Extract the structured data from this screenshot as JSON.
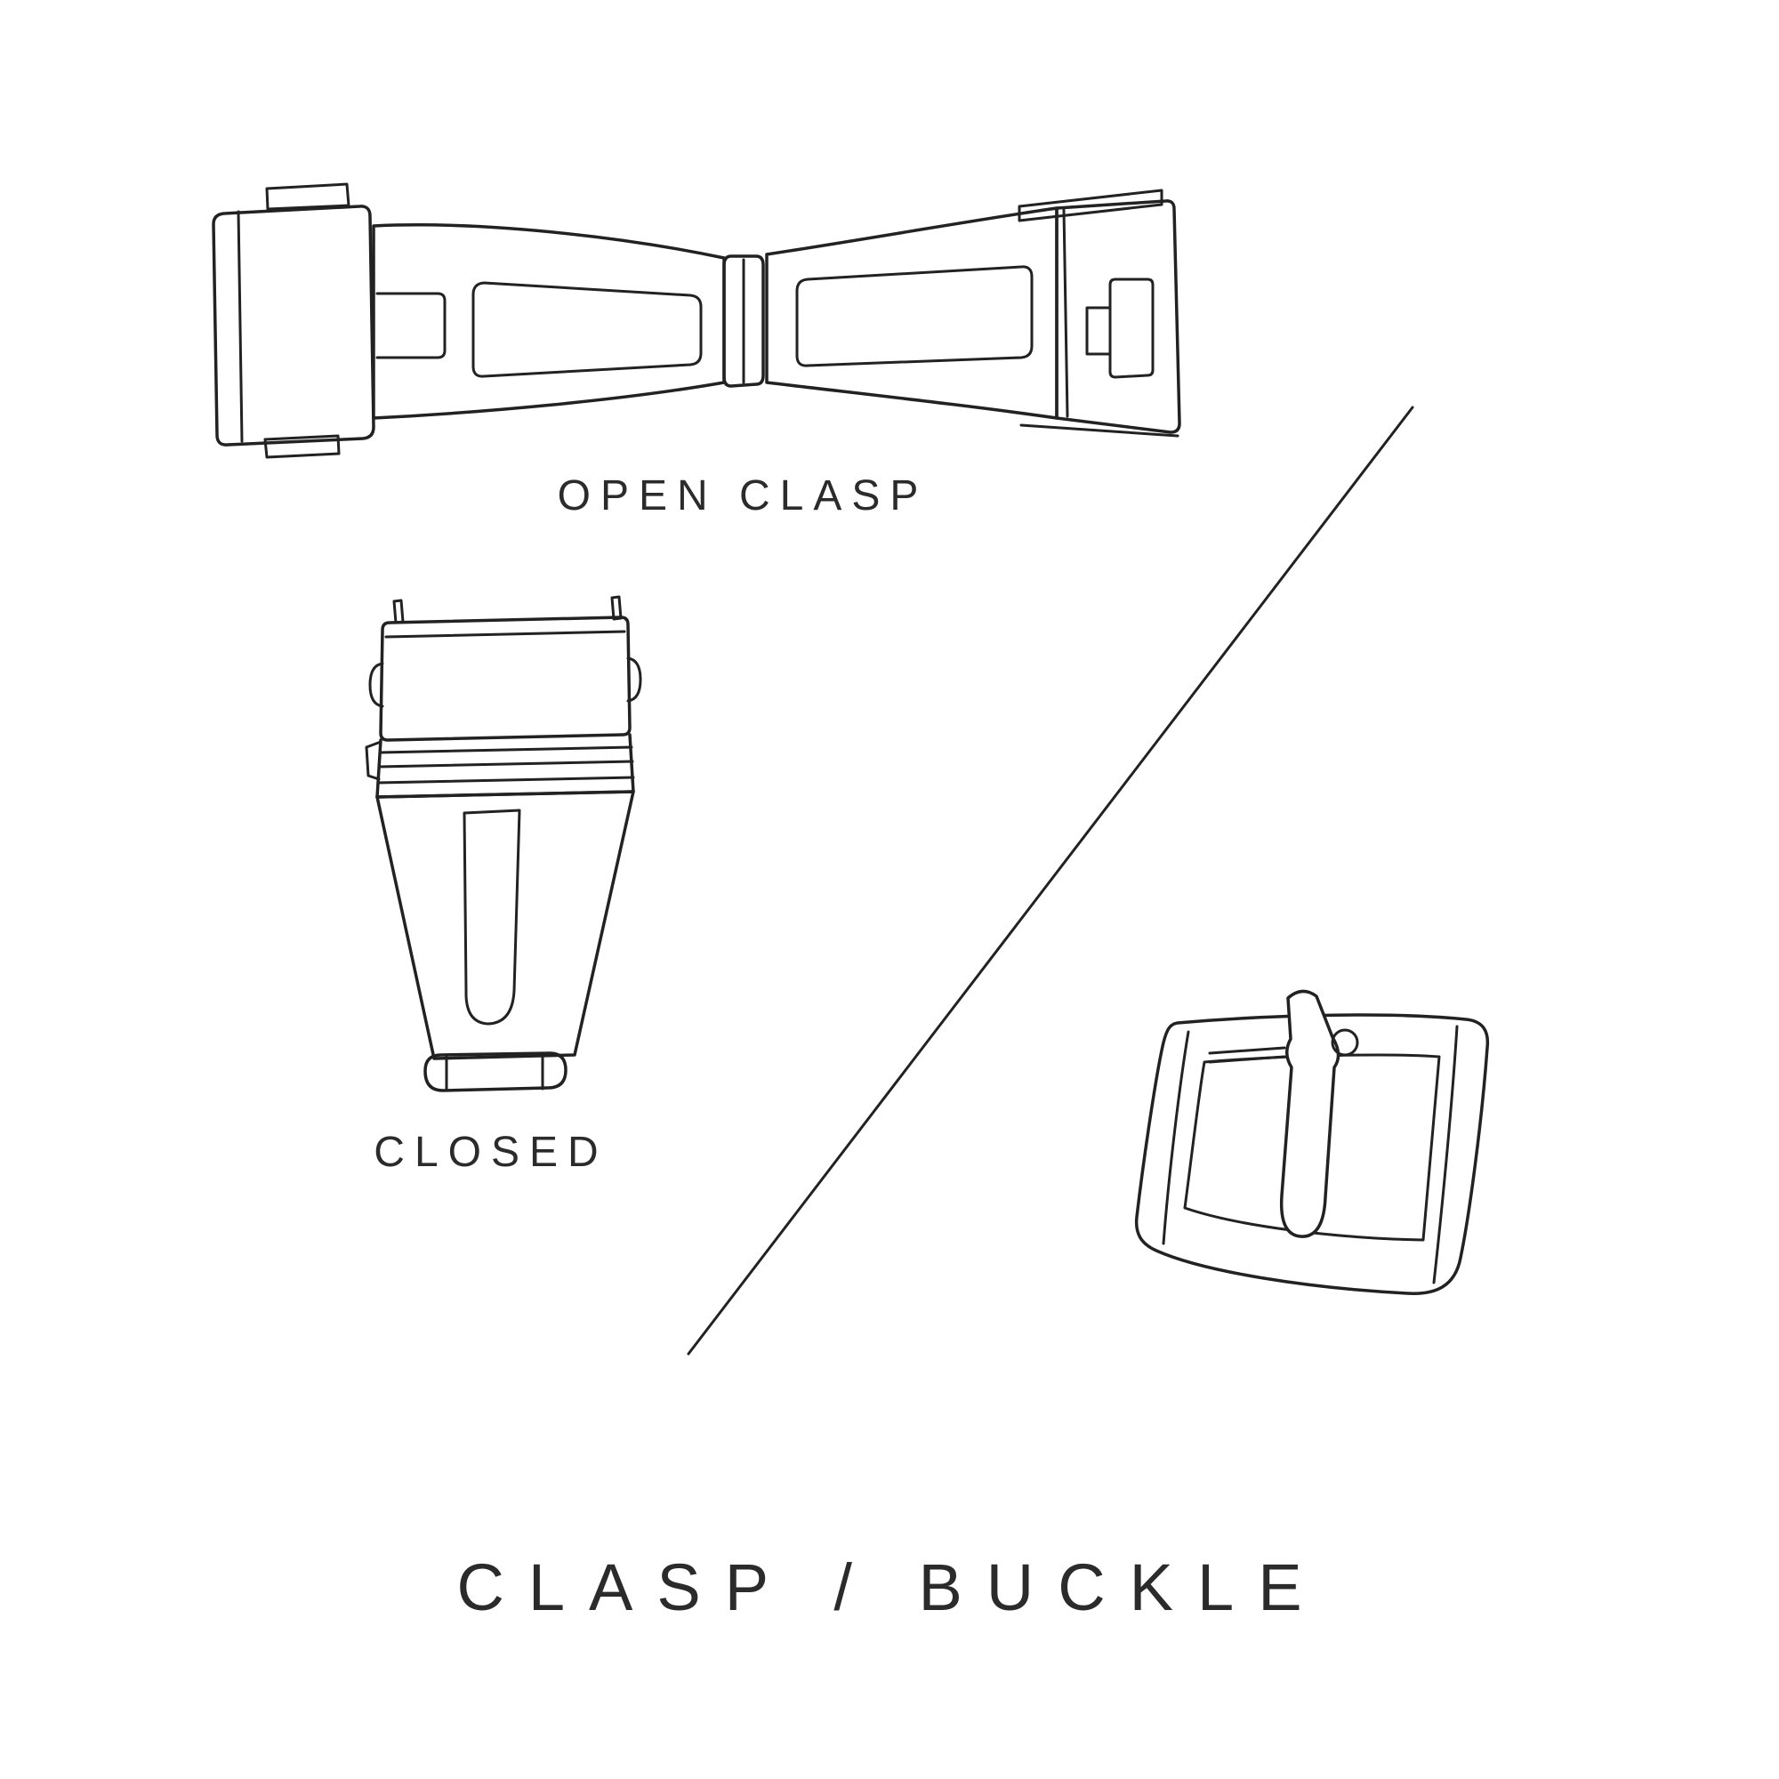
{
  "title": {
    "text": "CLASP / BUCKLE"
  },
  "labels": {
    "open_clasp": "OPEN CLASP",
    "closed": "CLOSED"
  },
  "colors": {
    "background": "#ffffff",
    "line": "#222222",
    "text": "#2b2b2b"
  }
}
